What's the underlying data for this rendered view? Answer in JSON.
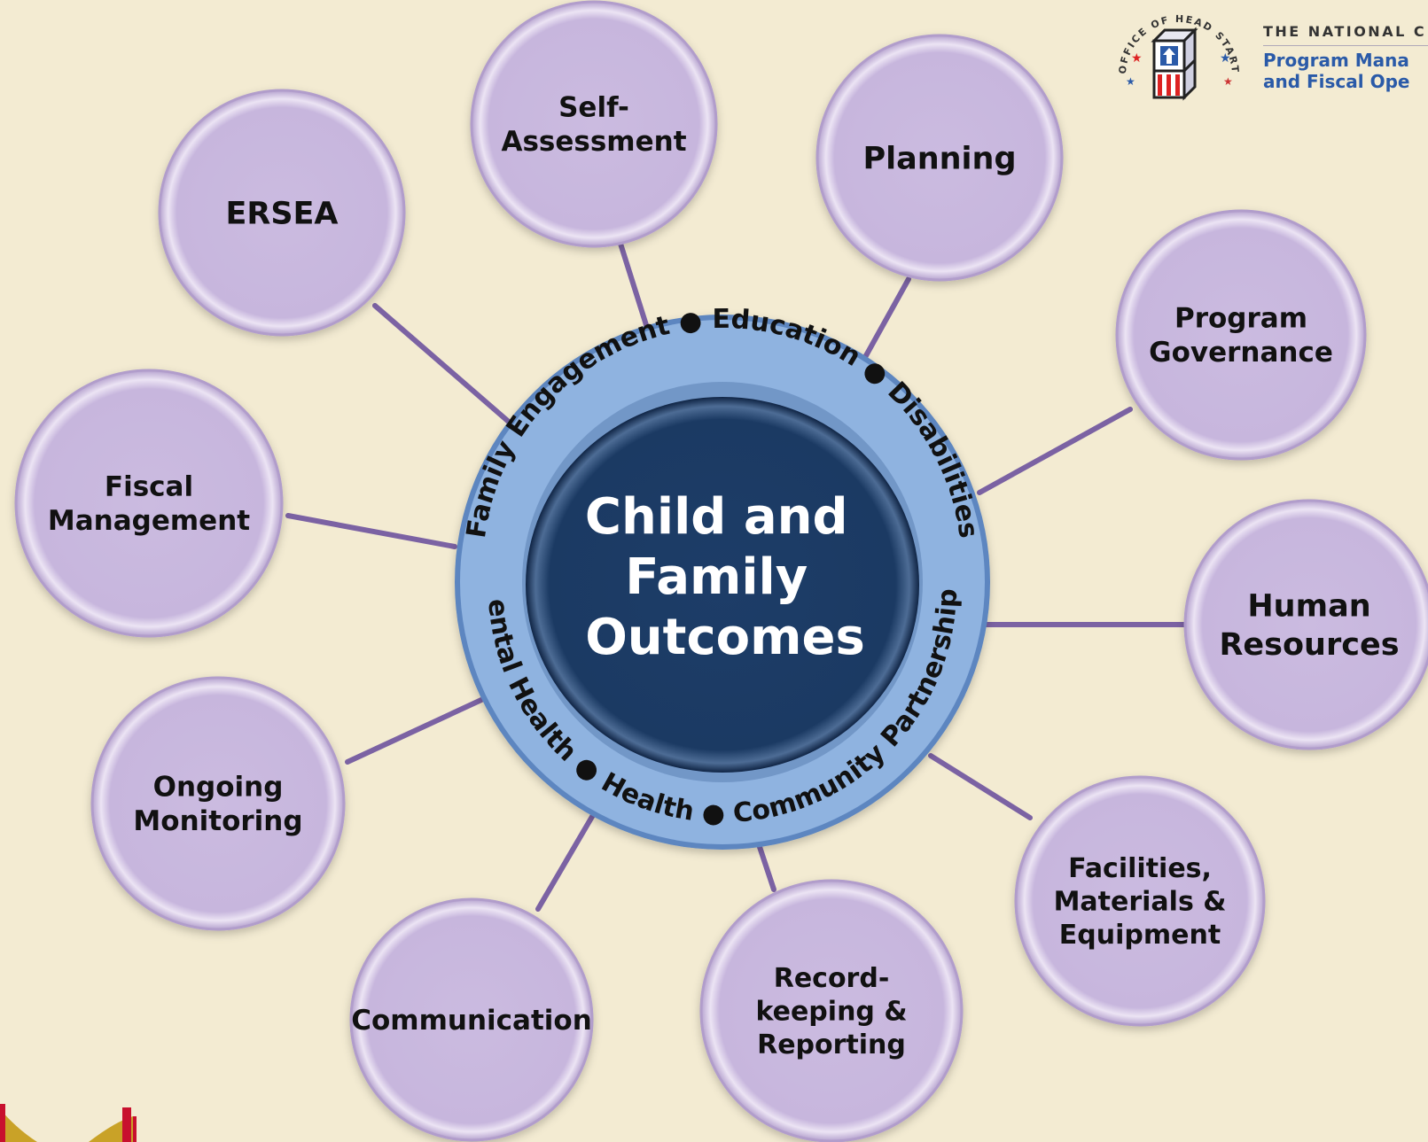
{
  "center": {
    "title_lines": [
      "Child and",
      "Family",
      "Outcomes"
    ],
    "ring_items": [
      "Family Engagement",
      "Education",
      "Disabilities",
      "Community Partnerships",
      "Health",
      "Mental Health"
    ]
  },
  "nodes": [
    {
      "id": "self-assessment",
      "lines": [
        "Self-",
        "Assessment"
      ]
    },
    {
      "id": "planning",
      "lines": [
        "Planning"
      ]
    },
    {
      "id": "program-governance",
      "lines": [
        "Program",
        "Governance"
      ]
    },
    {
      "id": "human-resources",
      "lines": [
        "Human",
        "Resources"
      ]
    },
    {
      "id": "facilities",
      "lines": [
        "Facilities,",
        "Materials &",
        "Equipment"
      ]
    },
    {
      "id": "recordkeeping",
      "lines": [
        "Record-",
        "keeping &",
        "Reporting"
      ]
    },
    {
      "id": "communication",
      "lines": [
        "Communication"
      ]
    },
    {
      "id": "ongoing-monitoring",
      "lines": [
        "Ongoing",
        "Monitoring"
      ]
    },
    {
      "id": "fiscal-management",
      "lines": [
        "Fiscal",
        "Management"
      ]
    },
    {
      "id": "ersea",
      "lines": [
        "ERSEA"
      ]
    }
  ],
  "logo": {
    "seal_text": "OFFICE OF HEAD START • NATIONAL CENTERS",
    "line1": "THE NATIONAL C",
    "line2": "Program Mana",
    "line3": "and Fiscal Ope"
  },
  "colors": {
    "background": "#f3ebd2",
    "node_fill": "#cbbbe0",
    "connector": "#7b62a3",
    "ring": "#8fb3e0",
    "center": "#1b3a63"
  }
}
